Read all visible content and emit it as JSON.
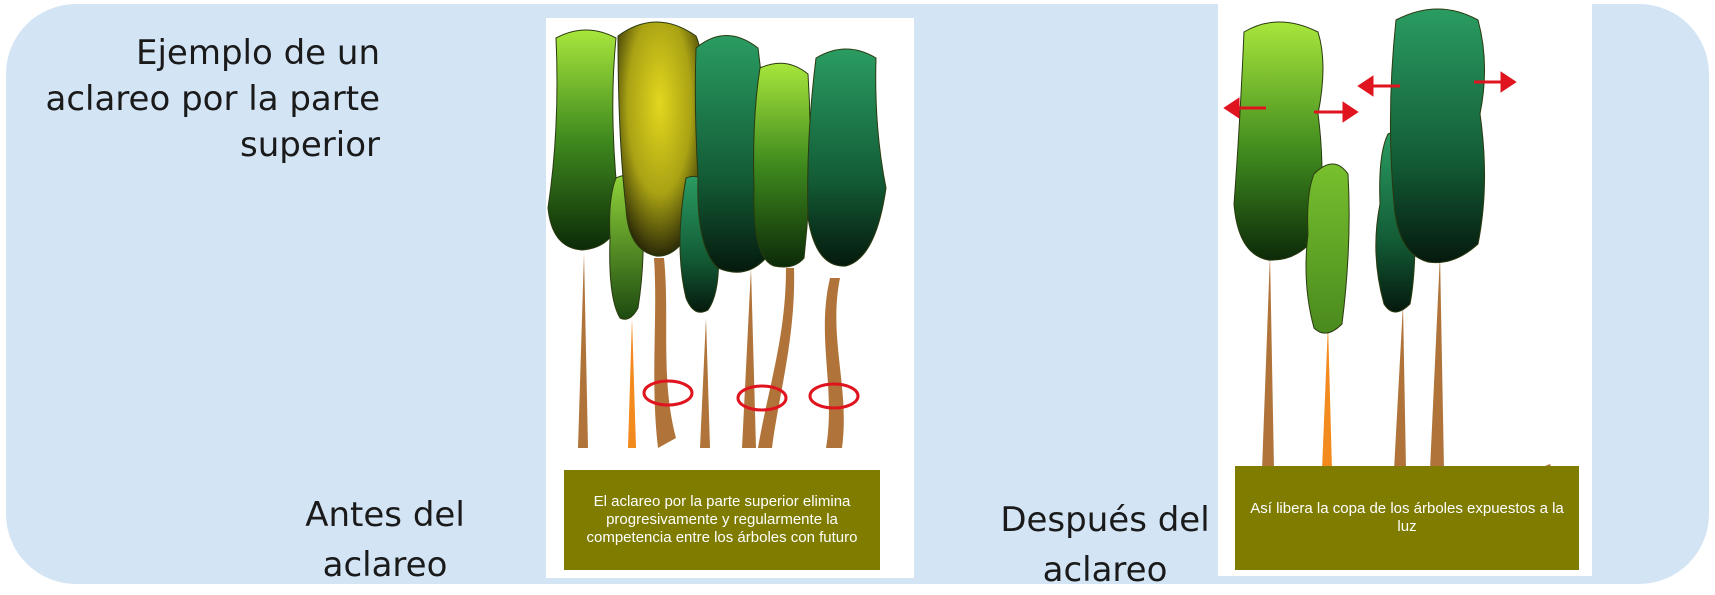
{
  "title": [
    "Ejemplo de un",
    "aclareo por la parte",
    "superior"
  ],
  "before": {
    "label": [
      "Antes del",
      "aclareo"
    ],
    "caption": "El aclareo por la parte superior elimina progresivamente y regularmente la competencia entre los árboles con futuro"
  },
  "after": {
    "label": [
      "Después del",
      "aclareo"
    ],
    "caption": "Así libera la copa de los árboles expuestos a la luz"
  },
  "colors": {
    "background": "#d3e4f5",
    "caption_bg": "#7f7c00",
    "trunk": "#b0743a",
    "marker": "#e0141e"
  }
}
